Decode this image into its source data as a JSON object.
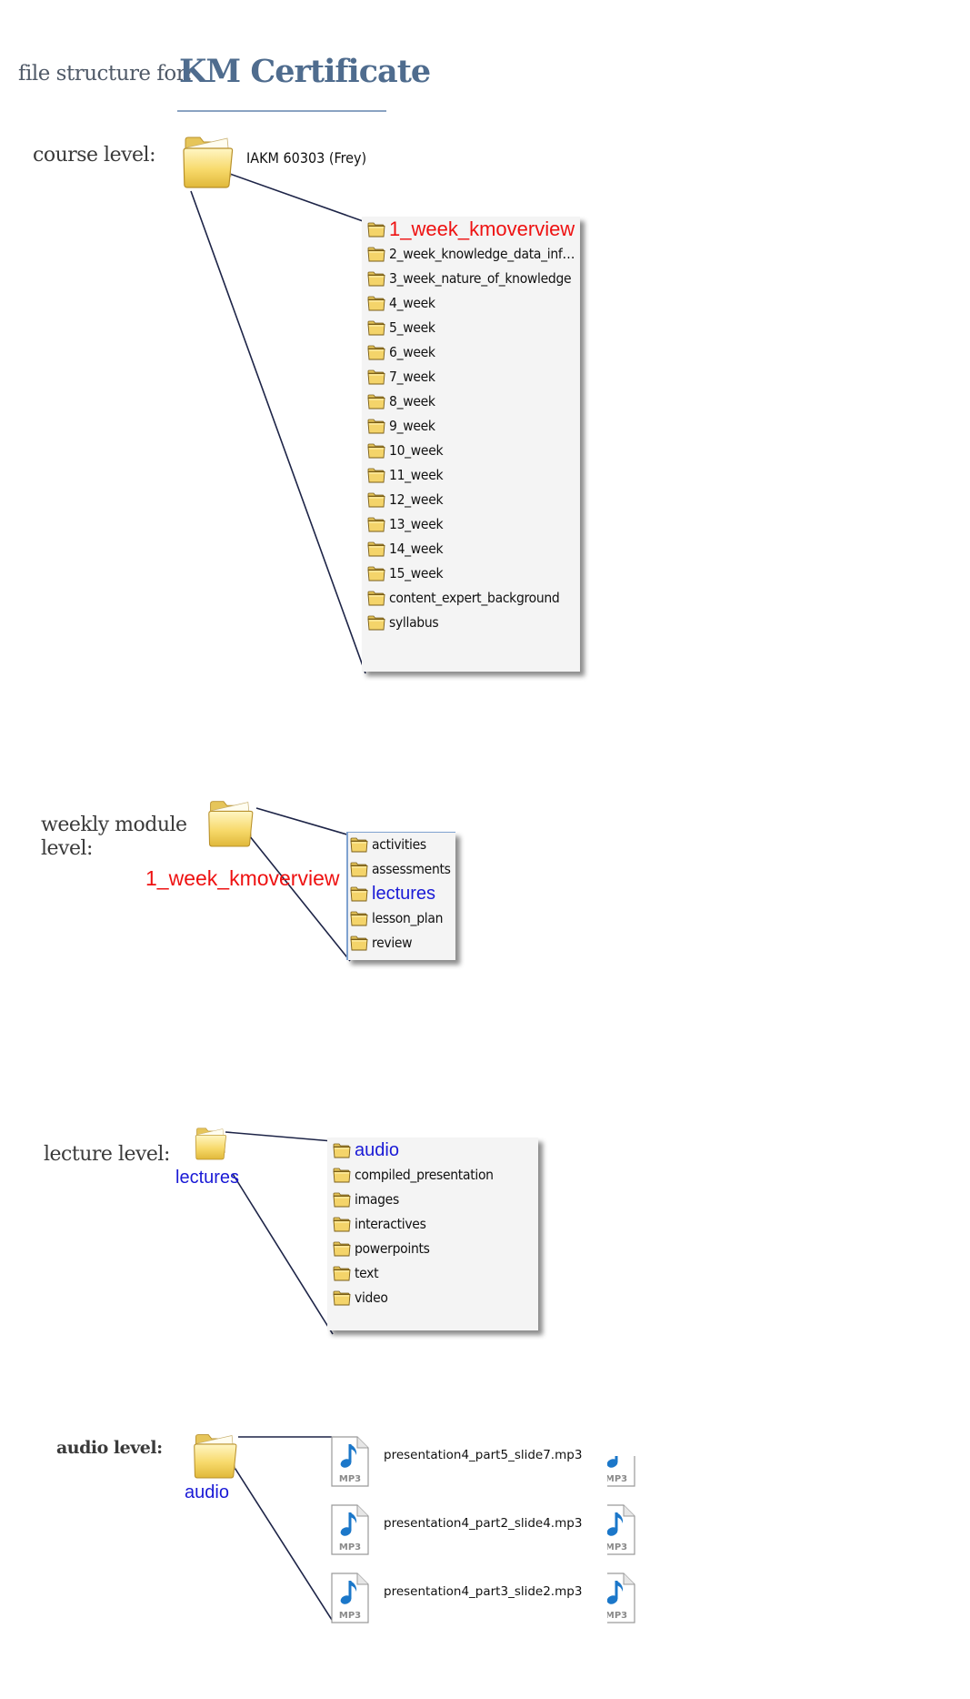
{
  "header": {
    "label": "file structure for:",
    "title": "KM Certificate"
  },
  "course_level": {
    "label": "course level:",
    "folder_name": "IAKM 60303 (Frey)",
    "items": [
      "1_week_kmoverview",
      "2_week_knowledge_data_inf…",
      "3_week_nature_of_knowledge",
      "4_week",
      "5_week",
      "6_week",
      "7_week",
      "8_week",
      "9_week",
      "10_week",
      "11_week",
      "12_week",
      "13_week",
      "14_week",
      "15_week",
      "content_expert_background",
      "syllabus"
    ]
  },
  "weekly_level": {
    "label_line1": "weekly module",
    "label_line2": "level:",
    "folder_caption": "1_week_kmoverview",
    "items": [
      "activities",
      "assessments",
      "lectures",
      "lesson_plan",
      "review"
    ]
  },
  "lecture_level": {
    "label": "lecture level:",
    "folder_caption": "lectures",
    "items": [
      "audio",
      "compiled_presentation",
      "images",
      "interactives",
      "powerpoints",
      "text",
      "video"
    ]
  },
  "audio_level": {
    "label": "audio level:",
    "folder_caption": "audio",
    "files": [
      "presentation4_part5_slide7.mp3",
      "presentation4_part2_slide4.mp3",
      "presentation4_part3_slide2.mp3"
    ],
    "file_badge": "MP3"
  },
  "colors": {
    "highlight_red": "#ee1111",
    "highlight_blue": "#1a1ad6",
    "title_blue": "#4f6c8e"
  }
}
